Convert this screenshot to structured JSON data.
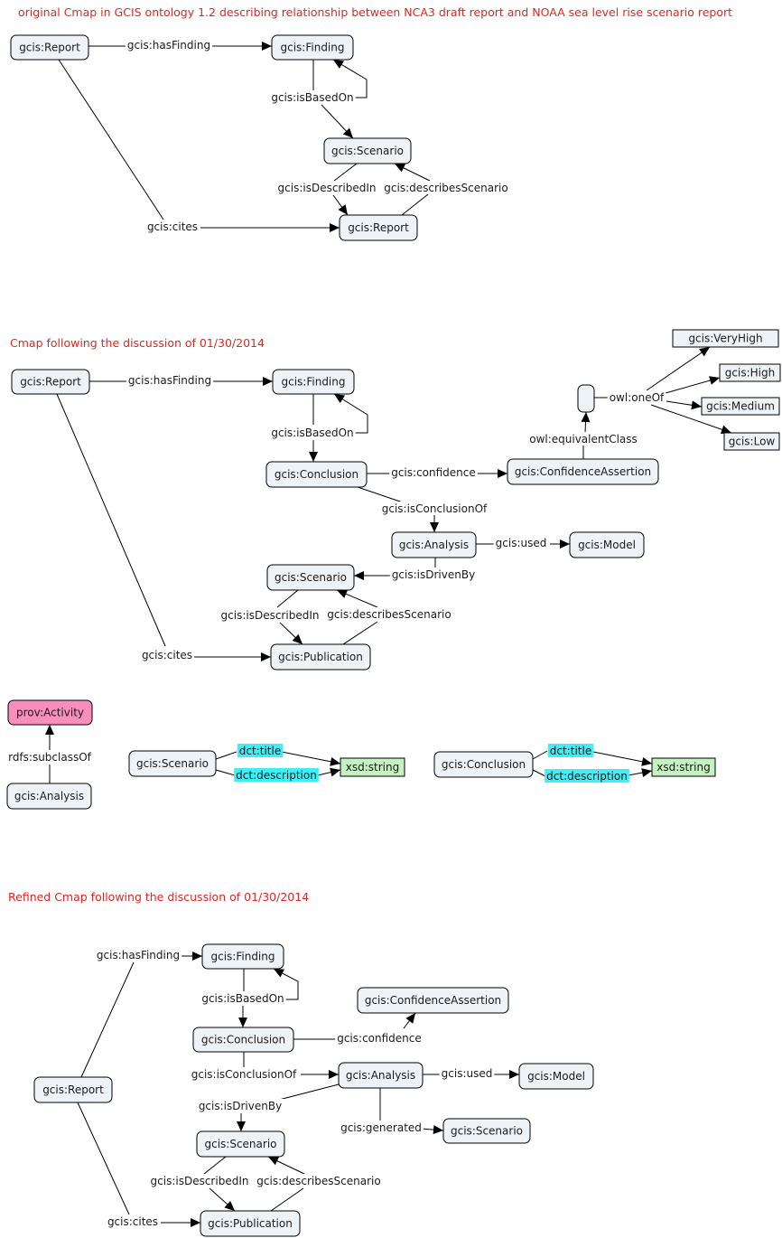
{
  "titles": {
    "t1": "original Cmap in GCIS ontology 1.2 describing relationship between NCA3 draft report and NOAA sea level rise scenario report",
    "t2": "Cmap following the discussion of 01/30/2014",
    "t3": "Refined Cmap following the discussion of 01/30/2014"
  },
  "labels": {
    "report": "gcis:Report",
    "finding": "gcis:Finding",
    "scenario": "gcis:Scenario",
    "conclusion": "gcis:Conclusion",
    "analysis": "gcis:Analysis",
    "model": "gcis:Model",
    "publication": "gcis:Publication",
    "confidence_assertion": "gcis:ConfidenceAssertion",
    "very_high": "gcis:VeryHigh",
    "high": "gcis:High",
    "medium": "gcis:Medium",
    "low": "gcis:Low",
    "prov_activity": "prov:Activity",
    "xsd_string": "xsd:string",
    "has_finding": "gcis:hasFinding",
    "is_based_on": "gcis:isBasedOn",
    "is_described_in": "gcis:isDescribedIn",
    "describes_scenario": "gcis:describesScenario",
    "cites": "gcis:cites",
    "confidence": "gcis:confidence",
    "is_conclusion_of": "gcis:isConclusionOf",
    "used": "gcis:used",
    "is_driven_by": "gcis:isDrivenBy",
    "generated": "gcis:generated",
    "equivalent_class": "owl:equivalentClass",
    "one_of": "owl:oneOf",
    "subclass_of": "rdfs:subclassOf",
    "dct_title": "dct:title",
    "dct_description": "dct:description"
  },
  "colors": {
    "title": "#e0261f",
    "node_fill": "#eef3f7",
    "activity_fill": "#f78fbd",
    "string_fill": "#c4f2c0",
    "highlight": "#3df0f7"
  }
}
